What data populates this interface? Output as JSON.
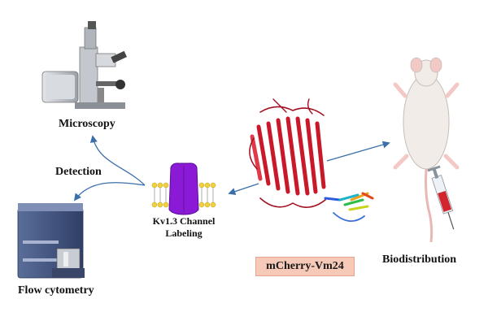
{
  "labels": {
    "microscopy": "Microscopy",
    "detection": "Detection",
    "flow_cytometry": "Flow cytometry",
    "kv_line1": "Kv1.3 Channel",
    "kv_line2": "Labeling",
    "biodistribution": "Biodistribution",
    "probe": "mCherry-Vm24"
  },
  "icons": {
    "microscope": "microscope-icon",
    "flow_cytometer": "flow-cytometer-icon",
    "ion_channel": "ion-channel-icon",
    "protein": "protein-structure-icon",
    "mouse": "mouse-icon",
    "syringe": "syringe-icon"
  },
  "colors": {
    "arrow": "#3a6fa8",
    "channel": "#8b1ad6",
    "protein": "#c8182a",
    "badge_bg": "#f6c9b8"
  }
}
